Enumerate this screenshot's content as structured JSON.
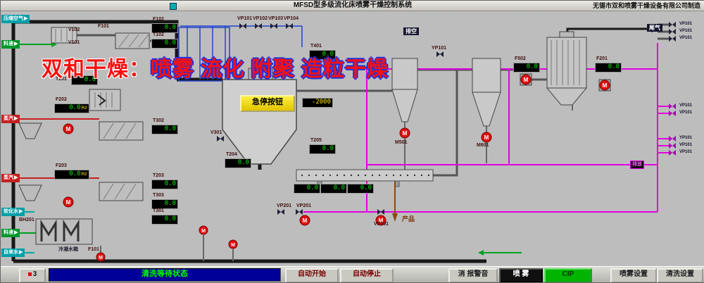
{
  "title_bar": {
    "title": "MFSD型多级流化床喷雾干燥控制系统",
    "manufacturer": "无锡市双和喷雾干燥设备有限公司制造"
  },
  "watermark": {
    "prefix": "双和干燥：",
    "suffix": "喷雾 流化 附聚 造粒干燥"
  },
  "sources": [
    {
      "label": "压缩空气"
    },
    {
      "label": "料液"
    },
    {
      "label": "蒸汽"
    },
    {
      "label": "蒸汽"
    },
    {
      "label": "软化水"
    },
    {
      "label": "料液"
    },
    {
      "label": "自来水"
    }
  ],
  "displays": [
    {
      "tag": "F102",
      "value": "0.0"
    },
    {
      "tag": "T102",
      "value": "0.0"
    },
    {
      "tag": "T201",
      "value": "0.0"
    },
    {
      "tag": "T401",
      "value": "0.0"
    },
    {
      "tag": "",
      "value": "-2000"
    },
    {
      "tag": "T205",
      "value": "0.0"
    },
    {
      "tag": "T204",
      "value": "0.0"
    },
    {
      "tag": "F202",
      "value": "0.0",
      "unit": "Hz"
    },
    {
      "tag": "T302",
      "value": "0.0"
    },
    {
      "tag": "F203",
      "value": "0.0",
      "unit": "Hz"
    },
    {
      "tag": "T203",
      "value": "0.0"
    },
    {
      "tag": "T303",
      "value": "0.0"
    },
    {
      "tag": "T301",
      "value": "0.0"
    },
    {
      "tag": "",
      "value": "0.0"
    },
    {
      "tag": "",
      "value": "0.0"
    },
    {
      "tag": "",
      "value": "0.0"
    },
    {
      "tag": "F502",
      "value": "0.0"
    },
    {
      "tag": "F201",
      "value": "0.0"
    }
  ],
  "tags": [
    "V102",
    "V101",
    "F101",
    "VP101",
    "VP102",
    "VP103",
    "VP104",
    "YP101",
    "M501",
    "M601",
    "V301",
    "BH201",
    "VP201",
    "VP201",
    "VP201",
    "F101",
    "VP101",
    "VP101",
    "VP101",
    "VP101",
    "VP101",
    "YP101",
    "VP101",
    "VP101"
  ],
  "labels": {
    "vent": "排空",
    "tailgas": "尾气",
    "product": "产品",
    "tank": "冷凝水箱",
    "drain": "排放",
    "estop": "急停按钮"
  },
  "status_bar": {
    "page": "3",
    "status": "清洗等待状态"
  },
  "controls": {
    "auto_start": "自动开始",
    "auto_stop": "自动停止",
    "mute": "消 报警音",
    "spray": "喷 雾",
    "cip": "CIP",
    "spray_settings": "喷雾设置",
    "clean_settings": "清洗设置"
  },
  "icons": {
    "motor_letter": "M"
  },
  "colors": {
    "display_green": "#00ee00",
    "setpoint_yellow": "#ffe400",
    "alarm_red": "#e01010",
    "pipe_magenta": "#e000e0",
    "pipe_blue": "#2244cc",
    "cip_green": "#00b400",
    "status_blue": "#000099",
    "estop_yellow": "#ffee44"
  }
}
